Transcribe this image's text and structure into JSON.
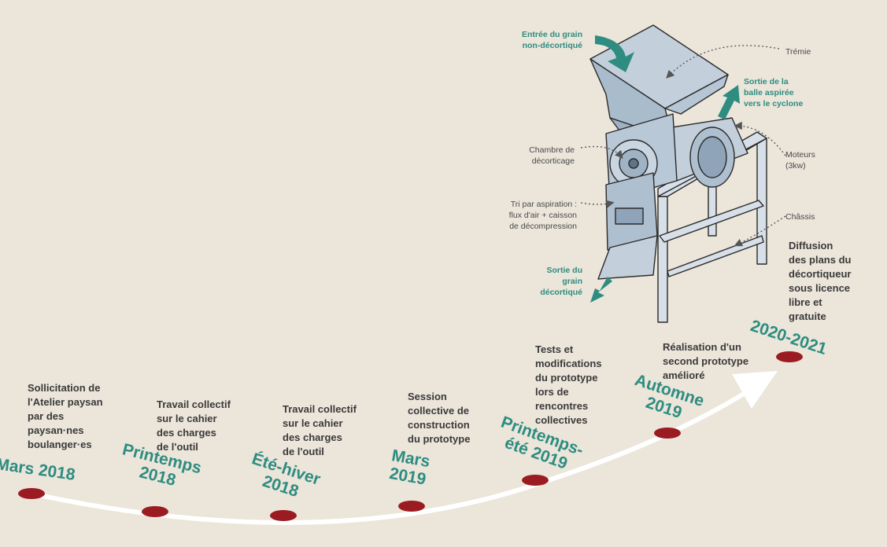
{
  "colors": {
    "background": "#ebe5da",
    "teal": "#2e8c80",
    "dot": "#9b1b22",
    "text": "#3a3a3a",
    "machine_fill": "#c3d0dc",
    "machine_stroke": "#2a2a2a"
  },
  "timeline": [
    {
      "date": "Mars 2018",
      "text": "Sollicitation de\nl'Atelier paysan\npar des\npaysan·nes\nboulanger·es"
    },
    {
      "date": "Printemps\n2018",
      "text": "Travail collectif\nsur le cahier\ndes charges\nde l'outil"
    },
    {
      "date": "Été-hiver\n2018",
      "text": "Travail collectif\nsur le cahier\ndes charges\nde l'outil"
    },
    {
      "date": "Mars\n2019",
      "text": "Session\ncollective de\nconstruction\ndu prototype"
    },
    {
      "date": "Printemps-\nété 2019",
      "text": "Tests et\nmodifications\ndu prototype\nlors de\nrencontres\ncollectives"
    },
    {
      "date": "Automne\n2019",
      "text": "Réalisation d'un\nsecond prototype\namélioré"
    },
    {
      "date": "2020-2021",
      "text": "Diffusion\ndes plans du\ndécortiqueur\nsous licence\nlibre et\ngratuite"
    }
  ],
  "machine_labels": {
    "entree": "Entrée du grain\nnon-décortiqué",
    "tremie": "Trémie",
    "sortie_balle": "Sortie de la\nballe aspirée\nvers le cyclone",
    "chambre": "Chambre de\ndécorticage",
    "moteurs": "Moteurs\n(3kw)",
    "tri": "Tri par aspiration :\nflux d'air + caisson\nde décompression",
    "chassis": "Châssis",
    "sortie_grain": "Sortie du\ngrain\ndécortiqué"
  }
}
